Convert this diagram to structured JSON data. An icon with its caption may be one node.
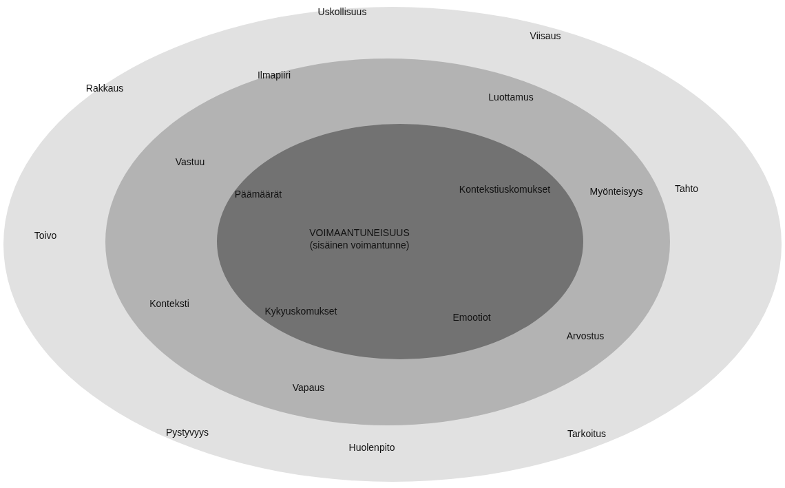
{
  "diagram": {
    "nodes": [
      {
        "text": [
          "Uskollisuus",
          "Viisaus",
          "Rakkaus",
          "Tahto",
          "Toivo",
          "Pystyvyys",
          "Tarkoitus",
          "Huolenpito"
        ]
      },
      {
        "text": [
          "Ilmapiiri",
          "Luottamus",
          "Vastuu",
          "Myönteisyys",
          "Konteksti",
          "Arvostus",
          "Vapaus"
        ],
        "in": 0
      },
      {
        "text": [
          "VOIMAANTUNEISUUS (sisäinen voimantunne)",
          "Päämäärät",
          "Kontekstiuskomukset",
          "Kykyuskomukset",
          "Emootiot"
        ],
        "in": 1
      }
    ],
    "edges": []
  }
}
